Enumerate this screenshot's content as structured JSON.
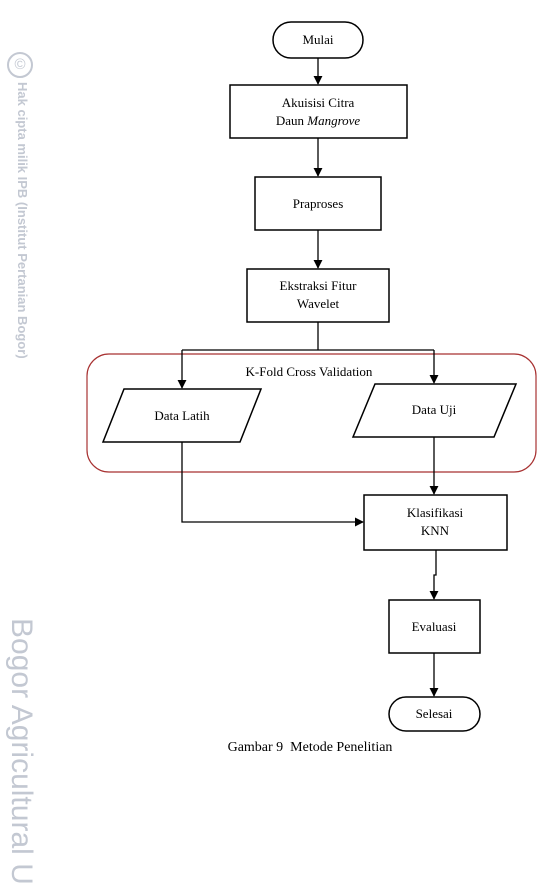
{
  "watermark": {
    "symbol": "©",
    "line1": "Hak cipta milik IPB (Institut Pertanian Bogor)",
    "line2": "Bogor Agricultural U"
  },
  "flowchart": {
    "start": "Mulai",
    "step1_line1": "Akuisisi Citra",
    "step1_line2_prefix": "Daun ",
    "step1_line2_italic": "Mangrove",
    "step2": "Praproses",
    "step3_line1": "Ekstraksi Fitur",
    "step3_line2": "Wavelet",
    "group_label": "K-Fold Cross Validation",
    "train": "Data Latih",
    "test": "Data Uji",
    "classify_line1": "Klasifikasi",
    "classify_line2": "KNN",
    "evaluate": "Evaluasi",
    "end": "Selesai"
  },
  "caption": "Gambar 9  Metode Penelitian",
  "colors": {
    "group_border": "#a83232",
    "line": "#000000"
  }
}
